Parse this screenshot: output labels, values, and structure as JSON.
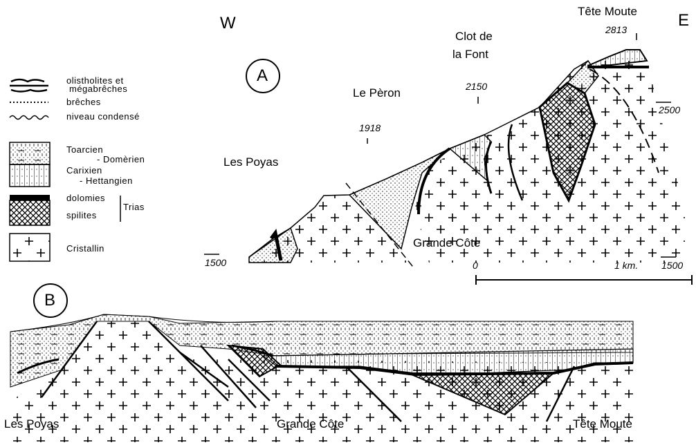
{
  "compass": {
    "west": "W",
    "east": "E"
  },
  "sections": {
    "a": "A",
    "b": "B"
  },
  "legend": {
    "olistholites": [
      "olistholites et",
      "mégabrêches"
    ],
    "breches": "brêches",
    "niveau": "niveau condensé",
    "toarcien": [
      "Toarcien",
      "- Domèrien"
    ],
    "carixien": [
      "Carixien",
      "- Hettangien"
    ],
    "dolomies": "dolomies",
    "spilites": "spilites",
    "trias": "Trias",
    "cristallin": "Cristallin"
  },
  "section_a": {
    "places": {
      "tete_moute": "Tête Moute",
      "clot_line1": "Clot de",
      "clot_line2": "la Font",
      "le_peron": "Le Pèron",
      "les_poyas": "Les Poyas",
      "grande_cote": "Grande Côte"
    },
    "altitudes": {
      "tete_moute": "2813",
      "clot": "2150",
      "peron": "1918",
      "level_2500": "2500",
      "level_1500_left": "1500",
      "level_1500_right": "1500"
    },
    "scale": {
      "start": "0",
      "end": "1 km."
    }
  },
  "section_b": {
    "places": {
      "les_poyas": "Les Poyas",
      "grande_cote": "Grande Côte",
      "tete_moute": "Tête Moute"
    }
  }
}
